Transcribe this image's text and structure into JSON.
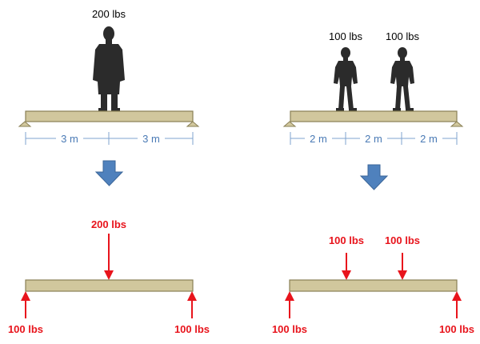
{
  "left_scenario": {
    "person_label": "200 lbs",
    "dimensions": [
      "3 m",
      "3 m"
    ],
    "applied_load_label": "200 lbs",
    "left_reaction_label": "100 lbs",
    "right_reaction_label": "100 lbs"
  },
  "right_scenario": {
    "person_labels": [
      "100 lbs",
      "100 lbs"
    ],
    "dimensions": [
      "2 m",
      "2 m",
      "2 m"
    ],
    "applied_load_labels": [
      "100 lbs",
      "100 lbs"
    ],
    "left_reaction_label": "100 lbs",
    "right_reaction_label": "100 lbs"
  },
  "colors": {
    "beam": "#d1c79d",
    "force": "#e8141c",
    "dimension": "#4a7ab5",
    "transition_arrow": "#4f81bd",
    "person": "#2b2b2b"
  }
}
